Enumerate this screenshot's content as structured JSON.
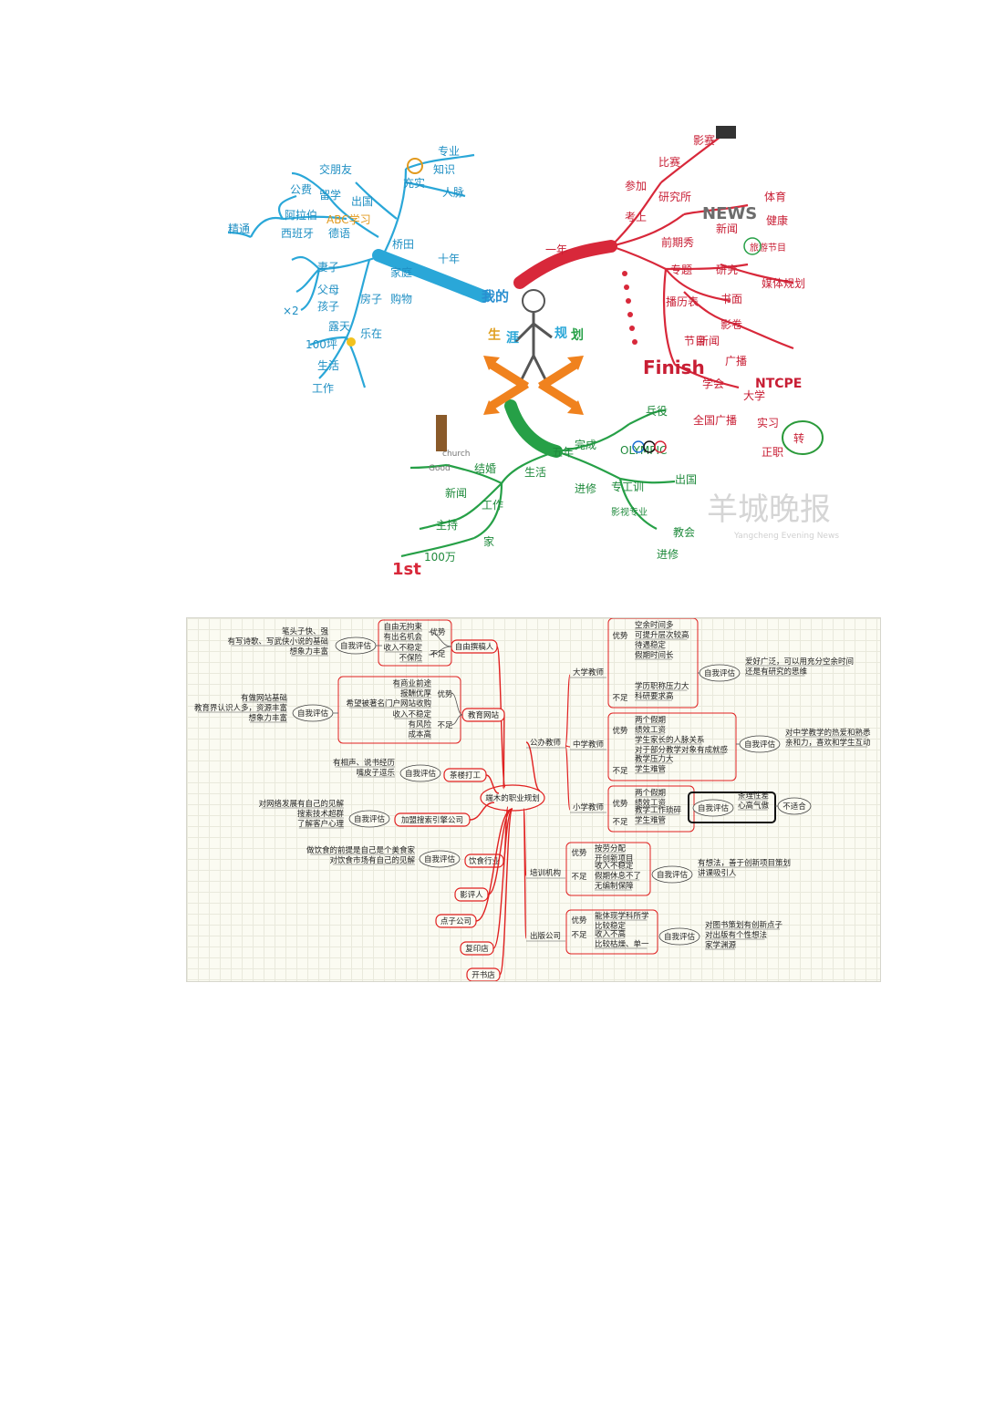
{
  "handmap": {
    "center": {
      "l1": "我的",
      "l2": "生",
      "l3": "涯",
      "l4": "规",
      "l5": "划"
    },
    "watermark": {
      "cn": "羊城晚报",
      "en": "Yangcheng Evening News"
    },
    "top_caption": "",
    "left": {
      "root": "十年",
      "words": [
        "专业",
        "知识",
        "人脉",
        "充实",
        "出国",
        "交朋友",
        "公费",
        "留学",
        "ABC学习",
        "德语",
        "西班牙",
        "阿拉伯",
        "精通",
        "桥田",
        "家庭",
        "妻子",
        "父母",
        "孩子",
        "房子",
        "购物",
        "露天",
        "100坪",
        "乐在",
        "生活",
        "工作",
        "×2"
      ]
    },
    "right": {
      "root": "一年",
      "words": [
        "参加",
        "比赛",
        "影赛",
        "研究所",
        "考上",
        "NEWS",
        "体育",
        "健康",
        "新闻",
        "前期秀",
        "专题",
        "研究",
        "旅游节目",
        "媒体规划",
        "播历表",
        "节目",
        "书面",
        "影卷",
        "新闻",
        "广播",
        "Finish",
        "NTCPE",
        "大学",
        "学会",
        "全国广播",
        "实习",
        "正职",
        "转"
      ]
    },
    "bottom": {
      "root": "五年",
      "words": [
        "完成",
        "OLYMPIC",
        "兵役",
        "出国",
        "生活",
        "结婚",
        "church",
        "Good",
        "新闻",
        "工作",
        "主持",
        "家",
        "100万",
        "1st",
        "进修",
        "专工训",
        "影视专业",
        "教会",
        "进修"
      ]
    }
  },
  "mindmap": {
    "center": "端木的职业规划",
    "left": [
      {
        "label": "自由撰稿人",
        "pros_label": "优势",
        "pros": [
          "自由无拘束",
          "有出名机会"
        ],
        "cons_label": "不足",
        "cons": [
          "收入不稳定",
          "不保险"
        ],
        "eval": "自我评估",
        "eval_items": [
          "笔头子快、强",
          "有写诗歌、写武侠小说的基础",
          "想象力丰富"
        ]
      },
      {
        "label": "教育网站",
        "pros_label": "优势",
        "pros": [
          "有商业前途",
          "报酬优厚",
          "希望被著名门户网站收购"
        ],
        "cons_label": "不足",
        "cons": [
          "收入不稳定",
          "有风险",
          "成本高"
        ],
        "eval": "自我评估",
        "eval_items": [
          "有做网站基础",
          "教育界认识人多，资源丰富",
          "想象力丰富"
        ]
      },
      {
        "label": "茶楼打工",
        "eval": "自我评估",
        "eval_items": [
          "有相声、说书经历",
          "嘴皮子逗乐"
        ]
      },
      {
        "label": "加盟搜索引擎公司",
        "eval": "自我评估",
        "eval_items": [
          "对网络发展有自己的见解",
          "搜索技术超群",
          "了解客户心理"
        ]
      },
      {
        "label": "饮食行业",
        "eval": "自我评估",
        "eval_items": [
          "做饮食的前提是自己是个美食家",
          "对饮食市场有自己的见解"
        ]
      },
      {
        "label": "影评人"
      },
      {
        "label": "点子公司"
      },
      {
        "label": "复印店"
      },
      {
        "label": "开书店"
      }
    ],
    "right": {
      "gongban": {
        "label": "公办教师",
        "children": [
          {
            "label": "大学教师",
            "pros_label": "优势",
            "pros": [
              "空余时间多",
              "可提升层次较高",
              "待遇稳定",
              "假期时间长"
            ],
            "cons_label": "不足",
            "cons": [
              "学历职称压力大",
              "科研要求高"
            ],
            "eval": "自我评估",
            "eval_items": [
              "爱好广泛，可以用充分空余时间",
              "还是有研究的思维"
            ]
          },
          {
            "label": "中学教师",
            "pros_label": "优势",
            "pros": [
              "两个假期",
              "绩效工资",
              "学生家长的人脉关系",
              "对于部分教学对象有成就感"
            ],
            "cons_label": "不足",
            "cons": [
              "教学压力大",
              "学生难管"
            ],
            "eval": "自我评估",
            "eval_items": [
              "对中学教学的热爱和熟悉",
              "亲和力，喜欢和学生互动"
            ]
          },
          {
            "label": "小学教师",
            "pros_label": "优势",
            "pros": [
              "两个假期",
              "绩效工资"
            ],
            "cons_label": "不足",
            "cons": [
              "教学工作琐碎",
              "学生难管"
            ],
            "eval": "自我评估",
            "eval_items": [
              "条理性差",
              "心高气傲"
            ],
            "verdict": "不适合"
          }
        ]
      },
      "others": [
        {
          "label": "培训机构",
          "pros_label": "优势",
          "pros": [
            "按劳分配",
            "开创新项目"
          ],
          "cons_label": "不足",
          "cons": [
            "收入不稳定",
            "假期休息不了",
            "无编制保障"
          ],
          "eval": "自我评估",
          "eval_items": [
            "有想法，善于创新项目策划",
            "讲课吸引人"
          ]
        },
        {
          "label": "出版公司",
          "pros_label": "优势",
          "pros": [
            "能体现学科所学",
            "比较稳定"
          ],
          "cons_label": "不足",
          "cons": [
            "收入不高",
            "比较枯燥、单一"
          ],
          "eval": "自我评估",
          "eval_items": [
            "对图书策划有创新点子",
            "对出版有个性想法",
            "家学渊源"
          ]
        }
      ]
    }
  }
}
